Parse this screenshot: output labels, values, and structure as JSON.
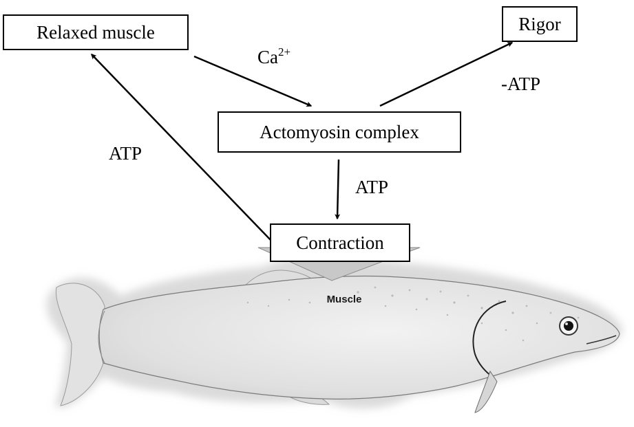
{
  "nodes": {
    "relaxed": "Relaxed muscle",
    "rigor": "Rigor",
    "actomyosin": "Actomyosin complex",
    "contraction": "Contraction"
  },
  "edges": {
    "calcium_base": "Ca",
    "calcium_sup": "2+",
    "minus_atp": "-ATP",
    "atp_down": "ATP",
    "atp_left": "ATP"
  },
  "illustration": {
    "muscle": "Muscle"
  },
  "colors": {
    "ink": "#000000",
    "fish_body": "#e6e6e6",
    "fish_shadow": "#bdbdbd",
    "fish_outline": "#4a4a4a"
  }
}
